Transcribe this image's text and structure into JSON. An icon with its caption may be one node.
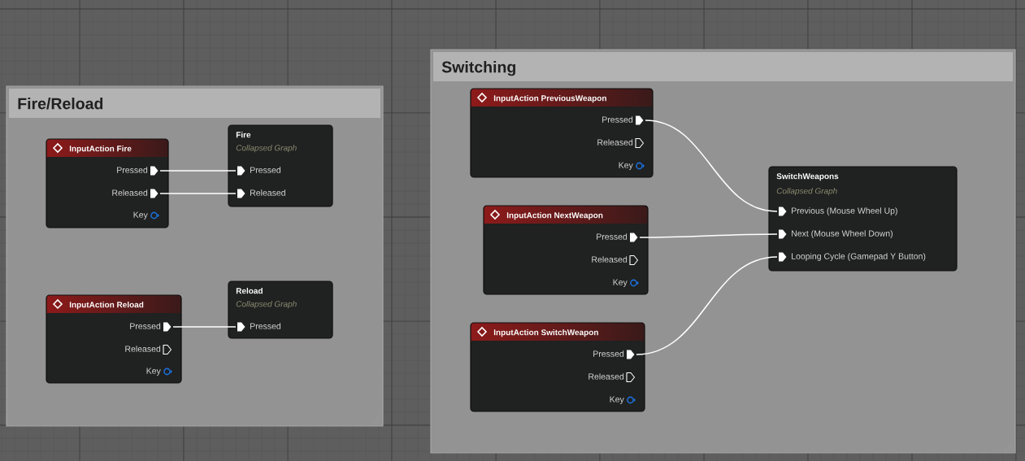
{
  "diagram": {
    "nodes": [
      {
        "text": [
          "Fire/Reload"
        ]
      },
      {
        "text": [
          "InputAction Fire"
        ],
        "in": 0
      },
      {
        "text": [
          "Pressed"
        ],
        "in": 1
      },
      {
        "text": [
          "Released"
        ],
        "in": 1
      },
      {
        "text": [
          "Key"
        ],
        "in": 1
      },
      {
        "text": [
          "Fire",
          "Collapsed Graph"
        ],
        "in": 0
      },
      {
        "text": [
          "Pressed"
        ],
        "in": 5
      },
      {
        "text": [
          "Released"
        ],
        "in": 5
      },
      {
        "text": [
          "InputAction Reload"
        ],
        "in": 0
      },
      {
        "text": [
          "Pressed"
        ],
        "in": 8
      },
      {
        "text": [
          "Released"
        ],
        "in": 8
      },
      {
        "text": [
          "Key"
        ],
        "in": 8
      },
      {
        "text": [
          "Reload",
          "Collapsed Graph"
        ],
        "in": 0
      },
      {
        "text": [
          "Pressed"
        ],
        "in": 12
      },
      {
        "text": [
          "Switching"
        ]
      },
      {
        "text": [
          "InputAction PreviousWeapon"
        ],
        "in": 14
      },
      {
        "text": [
          "Pressed"
        ],
        "in": 15
      },
      {
        "text": [
          "Released"
        ],
        "in": 15
      },
      {
        "text": [
          "Key"
        ],
        "in": 15
      },
      {
        "text": [
          "InputAction NextWeapon"
        ],
        "in": 14
      },
      {
        "text": [
          "Pressed"
        ],
        "in": 19
      },
      {
        "text": [
          "Released"
        ],
        "in": 19
      },
      {
        "text": [
          "Key"
        ],
        "in": 19
      },
      {
        "text": [
          "InputAction SwitchWeapon"
        ],
        "in": 14
      },
      {
        "text": [
          "Pressed"
        ],
        "in": 23
      },
      {
        "text": [
          "Released"
        ],
        "in": 23
      },
      {
        "text": [
          "Key"
        ],
        "in": 23
      },
      {
        "text": [
          "SwitchWeapons",
          "Collapsed Graph"
        ],
        "in": 14
      },
      {
        "text": [
          "Previous (Mouse Wheel Up)"
        ],
        "in": 27
      },
      {
        "text": [
          "Next (Mouse Wheel Down)"
        ],
        "in": 27
      },
      {
        "text": [
          "Looping Cycle (Gamepad Y Button)"
        ],
        "in": 27
      }
    ],
    "edges": [
      {
        "from": 2,
        "to": 6,
        "arrow": "none"
      },
      {
        "from": 3,
        "to": 7,
        "arrow": "none"
      },
      {
        "from": 9,
        "to": 13,
        "arrow": "none"
      },
      {
        "from": 16,
        "to": 28,
        "arrow": "none"
      },
      {
        "from": 20,
        "to": 29,
        "arrow": "none"
      },
      {
        "from": 24,
        "to": 30,
        "arrow": "none"
      }
    ]
  }
}
